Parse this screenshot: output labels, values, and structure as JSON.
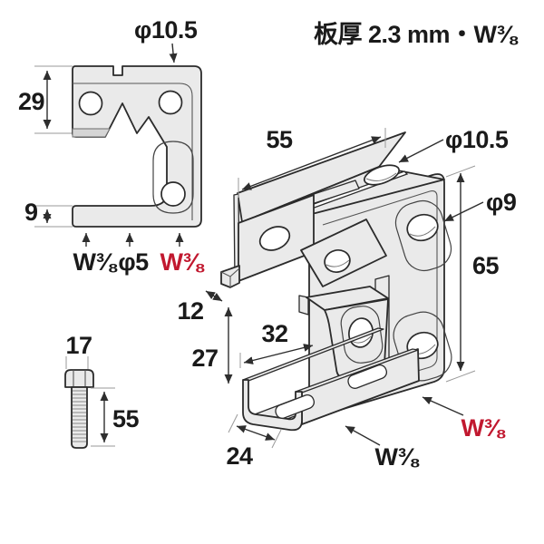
{
  "title": "板厚 2.3 mm・W⅜",
  "colors": {
    "part_fill": "#eaeaea",
    "part_shade": "#d5d5d5",
    "outline": "#2b2b2b",
    "dimension": "#2e2e2e",
    "accent_red": "#c1182f",
    "background": "#ffffff"
  },
  "front_view": {
    "labels": {
      "hole_top": "φ10.5",
      "height_top": "29",
      "height_bottom": "9",
      "thread_left": "W⅜",
      "hole_small": "φ5",
      "thread_right": "W⅜"
    }
  },
  "iso_view": {
    "labels": {
      "depth": "55",
      "hole_top": "φ10.5",
      "hole_side": "φ9",
      "height": "65",
      "lip": "12",
      "gap": "27",
      "inset": "32",
      "width": "24",
      "thread_bottom": "W⅜",
      "thread_side": "W⅜"
    }
  },
  "bolt": {
    "labels": {
      "head_width": "17",
      "length": "55"
    }
  }
}
